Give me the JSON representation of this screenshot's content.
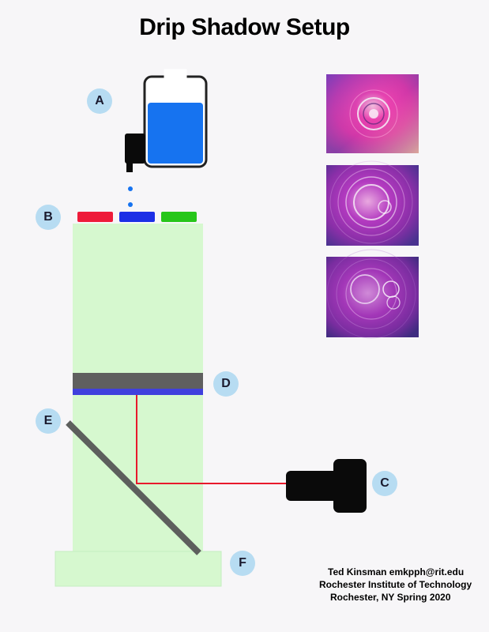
{
  "title": "Drip Shadow Setup",
  "labels": {
    "a": "A",
    "b": "B",
    "c": "C",
    "d": "D",
    "e": "E",
    "f": "F"
  },
  "credits": {
    "line1": "Ted Kinsman emkpph@rit.edu",
    "line2": "Rochester Institute of Technology",
    "line3": "Rochester, NY  Spring 2020"
  },
  "colors": {
    "background": "#f7f6f8",
    "tube": "#d6f8cf",
    "water": "#1673f0",
    "label_circle": "#b7dcf2",
    "laser": "#e8192c",
    "filter_red": "#ee1b3a",
    "filter_blue": "#1c2fe6",
    "filter_green": "#27c61a",
    "glass_dark": "#5f5f5f",
    "glass_blue": "#4040dd",
    "mirror": "#5d5f5d"
  },
  "icons": {
    "camera": "camera-icon",
    "water_container": "water-container-icon"
  }
}
